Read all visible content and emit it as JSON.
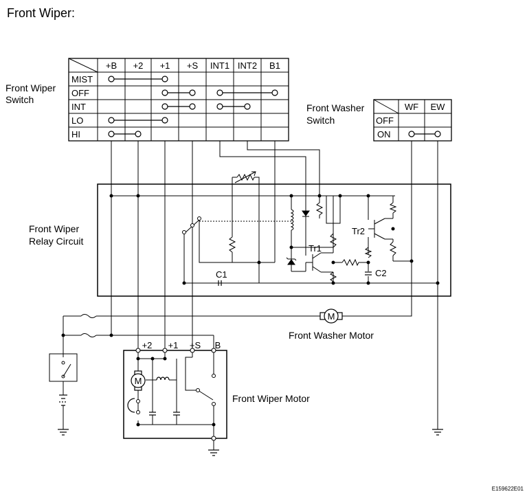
{
  "title": "Front Wiper:",
  "figure_code": "E159622E01",
  "wiper_switch": {
    "label_line1": "Front Wiper",
    "label_line2": "Switch",
    "columns": [
      "+B",
      "+2",
      "+1",
      "+S",
      "INT1",
      "INT2",
      "B1"
    ],
    "rows": [
      "MIST",
      "OFF",
      "INT",
      "LO",
      "HI"
    ]
  },
  "washer_switch": {
    "label_line1": "Front Washer",
    "label_line2": "Switch",
    "columns": [
      "WF",
      "EW"
    ],
    "rows": [
      "OFF",
      "ON"
    ]
  },
  "relay": {
    "label_line1": "Front Wiper",
    "label_line2": "Relay Circuit",
    "components": [
      "Tr1",
      "Tr2",
      "C1",
      "C2"
    ]
  },
  "washer_motor": {
    "label": "Front Washer Motor",
    "symbol": "M"
  },
  "wiper_motor": {
    "label": "Front Wiper Motor",
    "symbol": "M",
    "terminals": [
      "+2",
      "+1",
      "+S",
      "B"
    ]
  }
}
